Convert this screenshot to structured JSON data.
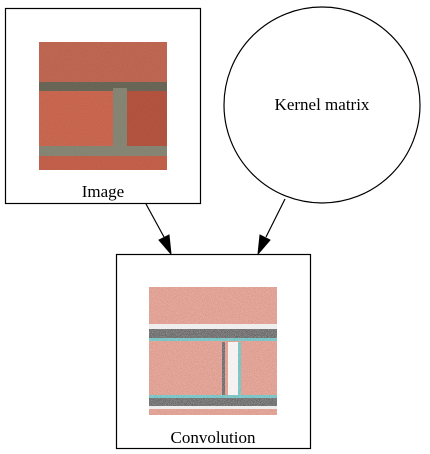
{
  "nodes": {
    "image": {
      "label": "Image"
    },
    "kernel": {
      "label": "Kernel matrix"
    },
    "convolution": {
      "label": "Convolution"
    }
  },
  "edges": [
    {
      "from": "image",
      "to": "convolution"
    },
    {
      "from": "kernel",
      "to": "convolution"
    }
  ],
  "colors": {
    "brick": "#c8634d",
    "brick_dark": "#a94a37",
    "mortar": "#8b8a78",
    "edge_dark": "#1a1010",
    "edge_cyan": "#2fb6b8"
  }
}
